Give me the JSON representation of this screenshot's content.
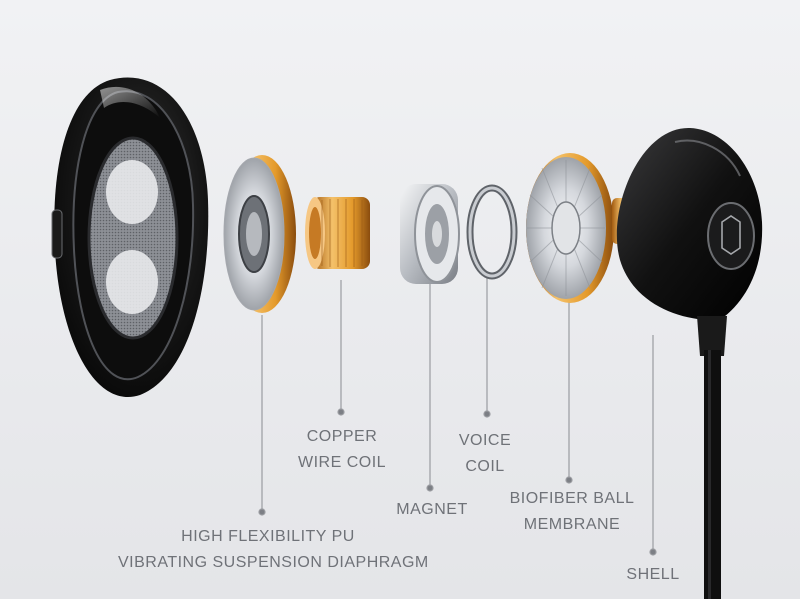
{
  "colors": {
    "background": "#eceef0",
    "label_text": "#6f7278",
    "leader_line": "#9a9ca1",
    "gold": "#e0a13a",
    "black_shell": "#141414",
    "silver": "#c9ccd1"
  },
  "parts": [
    {
      "id": "diaphragm",
      "icon": "ring-diaphragm-icon",
      "lines": [
        "HIGH FLEXIBILITY PU",
        "VIBRATING SUSPENSION DIAPHRAGM"
      ]
    },
    {
      "id": "copper",
      "icon": "copper-coil-icon",
      "lines": [
        "COPPER",
        "WIRE COIL"
      ]
    },
    {
      "id": "magnet",
      "icon": "magnet-icon",
      "lines": [
        "MAGNET"
      ]
    },
    {
      "id": "voice",
      "icon": "voice-coil-ring-icon",
      "lines": [
        "VOICE",
        "COIL"
      ]
    },
    {
      "id": "biofiber",
      "icon": "biofiber-membrane-icon",
      "lines": [
        "BIOFIBER BALL",
        "MEMBRANE"
      ]
    },
    {
      "id": "shell",
      "icon": "earphone-shell-icon",
      "lines": [
        "SHELL"
      ]
    }
  ]
}
